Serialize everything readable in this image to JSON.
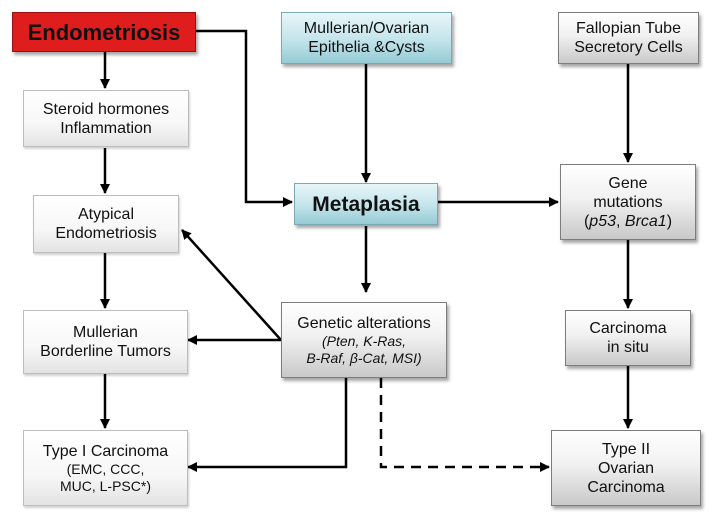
{
  "nodes": {
    "endometriosis": {
      "label": "Endometriosis"
    },
    "mullerian_ovarian": {
      "line1": "Mullerian/Ovarian",
      "line2": "Epithelia &Cysts"
    },
    "fallopian": {
      "line1": "Fallopian Tube",
      "line2": "Secretory Cells"
    },
    "steroid": {
      "line1": "Steroid hormones",
      "line2": "Inflammation"
    },
    "atypical": {
      "line1": "Atypical",
      "line2": "Endometriosis"
    },
    "metaplasia": {
      "label": "Metaplasia"
    },
    "gene_mutations": {
      "line1": "Gene",
      "line2": "mutations",
      "line3_open": "(",
      "p53": "p53",
      "sep": ", ",
      "brca1": "Brca1",
      "line3_close": ")"
    },
    "mullerian_borderline": {
      "line1": "Mullerian",
      "line2": "Borderline Tumors"
    },
    "genetic_alterations": {
      "line1": "Genetic alterations",
      "line2": "(Pten, K-Ras,",
      "line3": "B-Raf, β-Cat, MSI)"
    },
    "carcinoma_in_situ": {
      "line1": "Carcinoma",
      "line2": "in situ"
    },
    "type1": {
      "line1": "Type I Carcinoma",
      "line2": "(EMC, CCC,",
      "line3": "MUC, L-PSC*)"
    },
    "type2": {
      "line1": "Type II",
      "line2": "Ovarian",
      "line3": "Carcinoma"
    }
  },
  "colors": {
    "endometriosis_fill": "#e01d1d",
    "highlight_fill": "#bfe2e8",
    "box_fill": "#e6e6e6",
    "arrow": "#000000"
  }
}
